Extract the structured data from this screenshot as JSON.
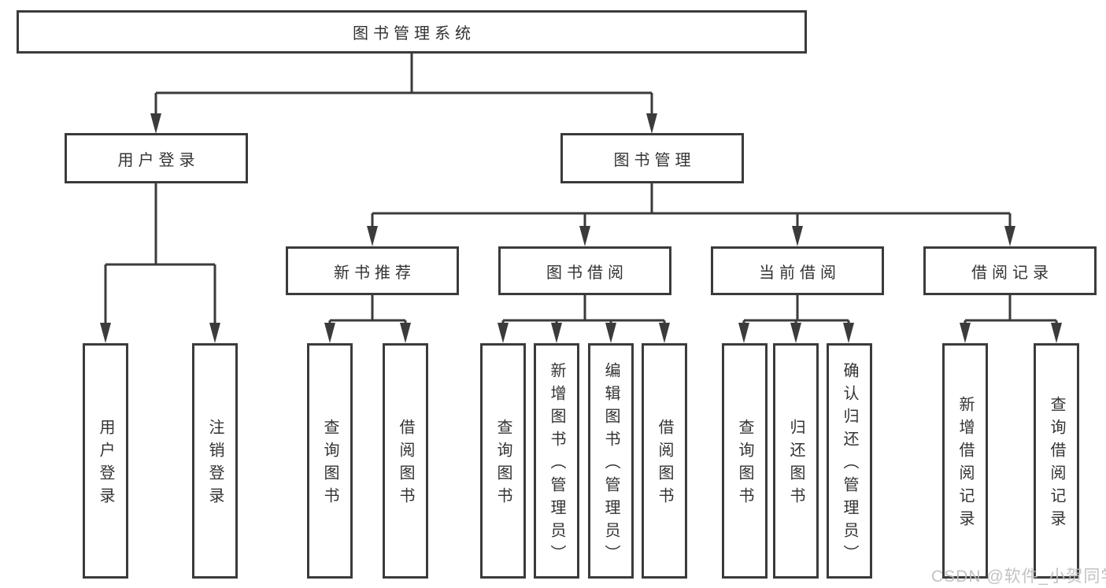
{
  "diagram": {
    "root": {
      "label": "图书管理系统"
    },
    "level2": [
      {
        "label": "用户登录"
      },
      {
        "label": "图书管理"
      }
    ],
    "level3": [
      {
        "label": "新书推荐"
      },
      {
        "label": "图书借阅"
      },
      {
        "label": "当前借阅"
      },
      {
        "label": "借阅记录"
      }
    ],
    "leaf_groups": [
      {
        "parent": "用户登录",
        "items": [
          "用户登录",
          "注销登录"
        ]
      },
      {
        "parent": "新书推荐",
        "items": [
          "查询图书",
          "借阅图书"
        ]
      },
      {
        "parent": "图书借阅",
        "items": [
          "查询图书",
          "新增图书（管理员）",
          "编辑图书（管理员）",
          "借阅图书"
        ]
      },
      {
        "parent": "当前借阅",
        "items": [
          "查询图书",
          "归还图书",
          "确认归还（管理员）"
        ]
      },
      {
        "parent": "借阅记录",
        "items": [
          "新增借阅记录",
          "查询借阅记录"
        ]
      }
    ],
    "colors": {
      "line": "#3b3b3b",
      "text": "#333333",
      "background": "#ffffff",
      "watermark": "#bdbdbd"
    }
  },
  "watermark": {
    "text": "CSDN @软件_小贺同学"
  }
}
